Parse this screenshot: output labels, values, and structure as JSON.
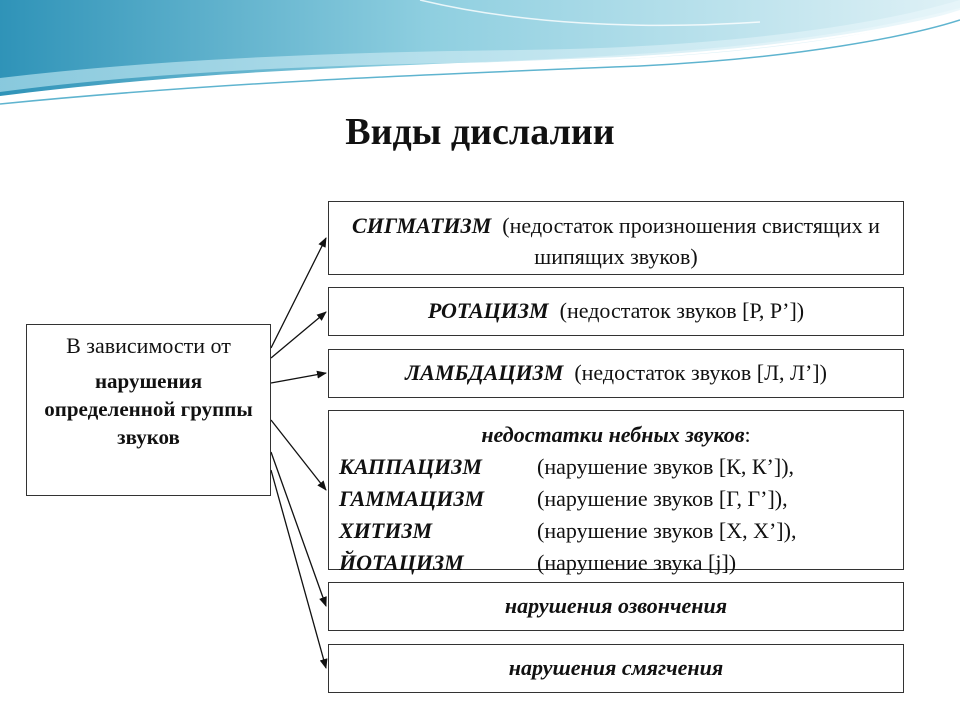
{
  "title": "Виды дислалии",
  "source": {
    "line1": "В зависимости от",
    "line2": "нарушения определенной группы звуков"
  },
  "targets": {
    "sigmatism": {
      "term": "СИГМАТИЗМ",
      "desc": "(недостаток произношения свистящих и шипящих звуков)"
    },
    "rotacism": {
      "term": "РОТАЦИЗМ",
      "desc": "(недостаток звуков [Р, Р’])"
    },
    "lambdacism": {
      "term": "ЛАМБДАЦИЗМ",
      "desc": "(недостаток звуков [Л, Л’])"
    },
    "palatal": {
      "heading": "недостатки небных звуков",
      "heading_suffix": ":",
      "items": [
        {
          "term": "КАППАЦИЗМ",
          "desc": "(нарушение звуков [К, К’]),"
        },
        {
          "term": "ГАММАЦИЗМ",
          "desc": "(нарушение звуков [Г, Г’]),"
        },
        {
          "term": "ХИТИЗМ",
          "desc": "(нарушение звуков [Х, Х’]),"
        },
        {
          "term": "ЙОТАЦИЗМ",
          "desc": "(нарушение звука [j])"
        }
      ]
    },
    "voicing": "нарушения озвончения",
    "softening": "нарушения смягчения"
  },
  "colors": {
    "banner_light": "#dff1f6",
    "banner_mid": "#8fcfe0",
    "banner_dark": "#2f93b8",
    "border": "#333333",
    "arrow": "#111111"
  }
}
